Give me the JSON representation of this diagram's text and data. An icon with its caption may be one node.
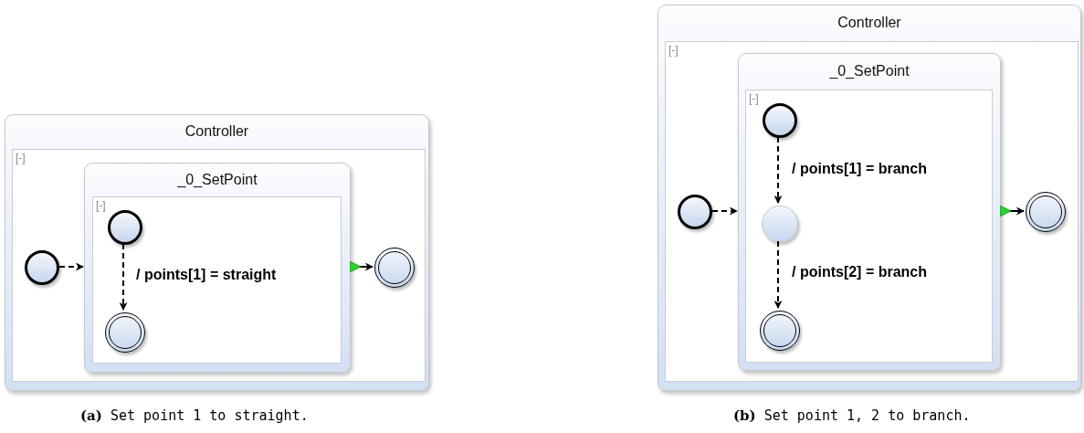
{
  "diagram": {
    "nodes": [
      {
        "text": [
          "Controller",
          "[-]"
        ]
      },
      {
        "text": [
          "_0_SetPoint",
          "[-]"
        ],
        "in": 0
      },
      {
        "text": [],
        "shape": "circle",
        "in": 1
      },
      {
        "text": [],
        "shape": "circle",
        "in": 1
      },
      {
        "text": [],
        "shape": "circle",
        "in": 0
      },
      {
        "text": [],
        "shape": "circle",
        "in": 0
      },
      {
        "text": [
          "Controller",
          "[-]"
        ]
      },
      {
        "text": [
          "_0_SetPoint",
          "[-]"
        ],
        "in": 6
      },
      {
        "text": [],
        "shape": "circle",
        "in": 7
      },
      {
        "text": [],
        "shape": "circle",
        "in": 7
      },
      {
        "text": [],
        "shape": "circle",
        "in": 7
      },
      {
        "text": [],
        "shape": "circle",
        "in": 6
      },
      {
        "text": [],
        "shape": "circle",
        "in": 6
      }
    ],
    "edges": [
      {
        "from": 4,
        "to": 1,
        "arrow": "to",
        "style": "dashed"
      },
      {
        "from": 2,
        "to": 3,
        "arrow": "to",
        "style": "dashed",
        "label": "/ points[1] = straight"
      },
      {
        "from": 1,
        "to": 5,
        "arrow": "to"
      },
      {
        "from": 11,
        "to": 7,
        "arrow": "to",
        "style": "dashed"
      },
      {
        "from": 8,
        "to": 9,
        "arrow": "to",
        "style": "dashed",
        "label": "/ points[1] = branch"
      },
      {
        "from": 9,
        "to": 10,
        "arrow": "to",
        "style": "dashed",
        "label": "/ points[2] = branch"
      },
      {
        "from": 7,
        "to": 12,
        "arrow": "to"
      }
    ],
    "labels": [
      "**(a)** Set point 1 to straight.",
      "**(b)** Set point 1, 2 to branch."
    ]
  }
}
